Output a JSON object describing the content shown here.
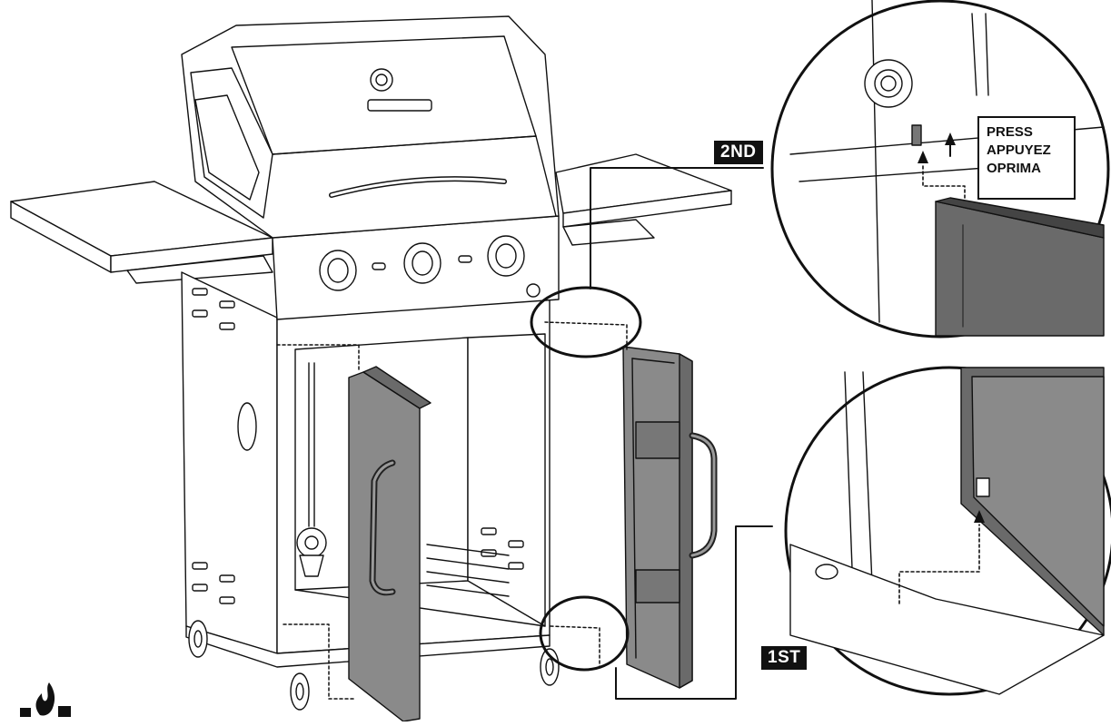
{
  "steps": {
    "first": "1ST",
    "second": "2ND"
  },
  "press_note": {
    "line1": "PRESS",
    "line2": "APPUYEZ",
    "line3": "OPRIMA"
  },
  "colors": {
    "line": "#111111",
    "door": "#8a8a8a",
    "door_dark": "#5a5a5a",
    "background": "#ffffff"
  },
  "icons": [
    "flame-logo-icon",
    "arrow-up-icon"
  ]
}
